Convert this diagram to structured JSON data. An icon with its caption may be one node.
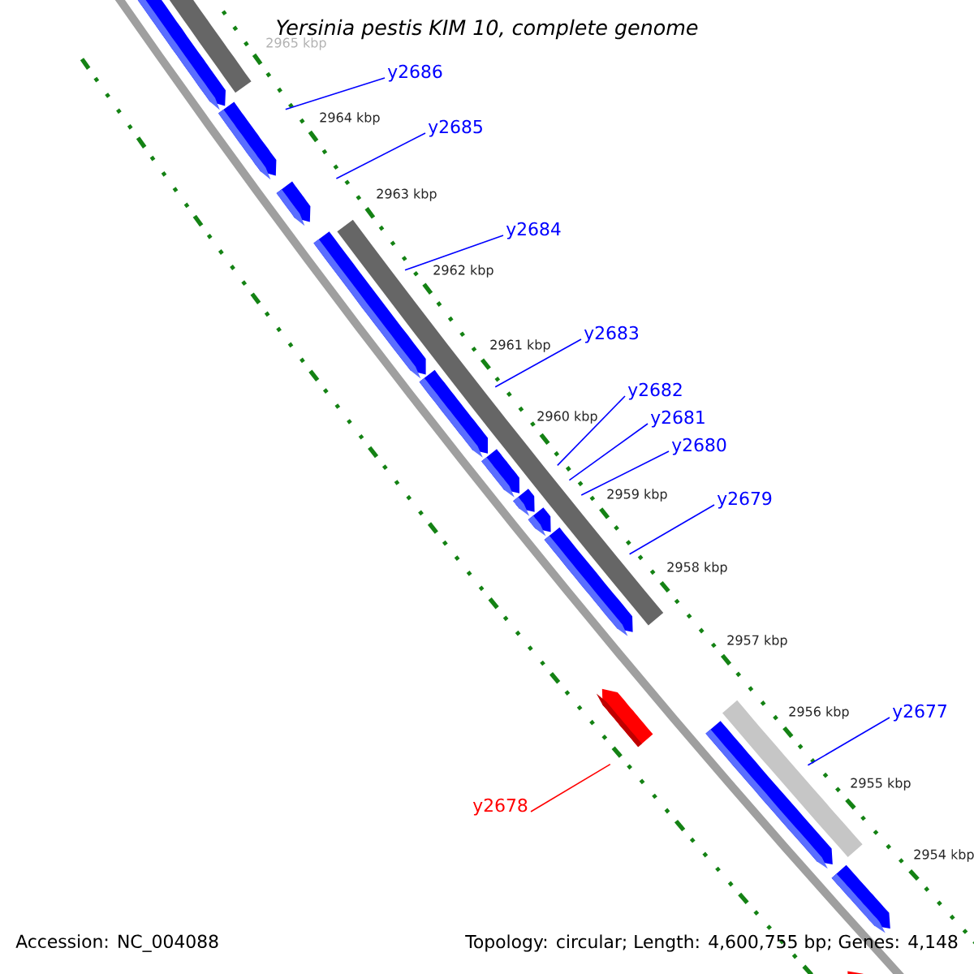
{
  "diagram": {
    "title": "Yersinia pestis KIM 10, complete genome",
    "nodes": [
      {
        "text": [
          "y2686"
        ]
      },
      {
        "text": [
          "y2685"
        ]
      },
      {
        "text": [
          "y2684"
        ]
      },
      {
        "text": [
          "y2683"
        ]
      },
      {
        "text": [
          "y2682"
        ]
      },
      {
        "text": [
          "y2681"
        ]
      },
      {
        "text": [
          "y2680"
        ]
      },
      {
        "text": [
          "y2679"
        ]
      },
      {
        "text": [
          "y2677"
        ]
      },
      {
        "text": [
          "y2678"
        ]
      }
    ],
    "edges": [
      {
        "from": 0,
        "to": null,
        "arrow": "none"
      },
      {
        "from": 1,
        "to": null,
        "arrow": "none"
      },
      {
        "from": 2,
        "to": null,
        "arrow": "none"
      },
      {
        "from": 3,
        "to": null,
        "arrow": "none"
      },
      {
        "from": 4,
        "to": null,
        "arrow": "none"
      },
      {
        "from": 5,
        "to": null,
        "arrow": "none"
      },
      {
        "from": 6,
        "to": null,
        "arrow": "none"
      },
      {
        "from": 7,
        "to": null,
        "arrow": "none"
      },
      {
        "from": 8,
        "to": null,
        "arrow": "none"
      },
      {
        "from": 9,
        "to": null,
        "arrow": "none",
        "color": "#ff0000"
      }
    ],
    "labels": [
      "2965 kbp",
      "2964 kbp",
      "2963 kbp",
      "2962 kbp",
      "2961 kbp",
      "2960 kbp",
      "2959 kbp",
      "2958 kbp",
      "2957 kbp",
      "2956 kbp",
      "2955 kbp",
      "2954 kbp",
      "Accession: NC_004088",
      "Topology: circular; Length: 4,600,755 bp; Genes: 4,148"
    ]
  }
}
